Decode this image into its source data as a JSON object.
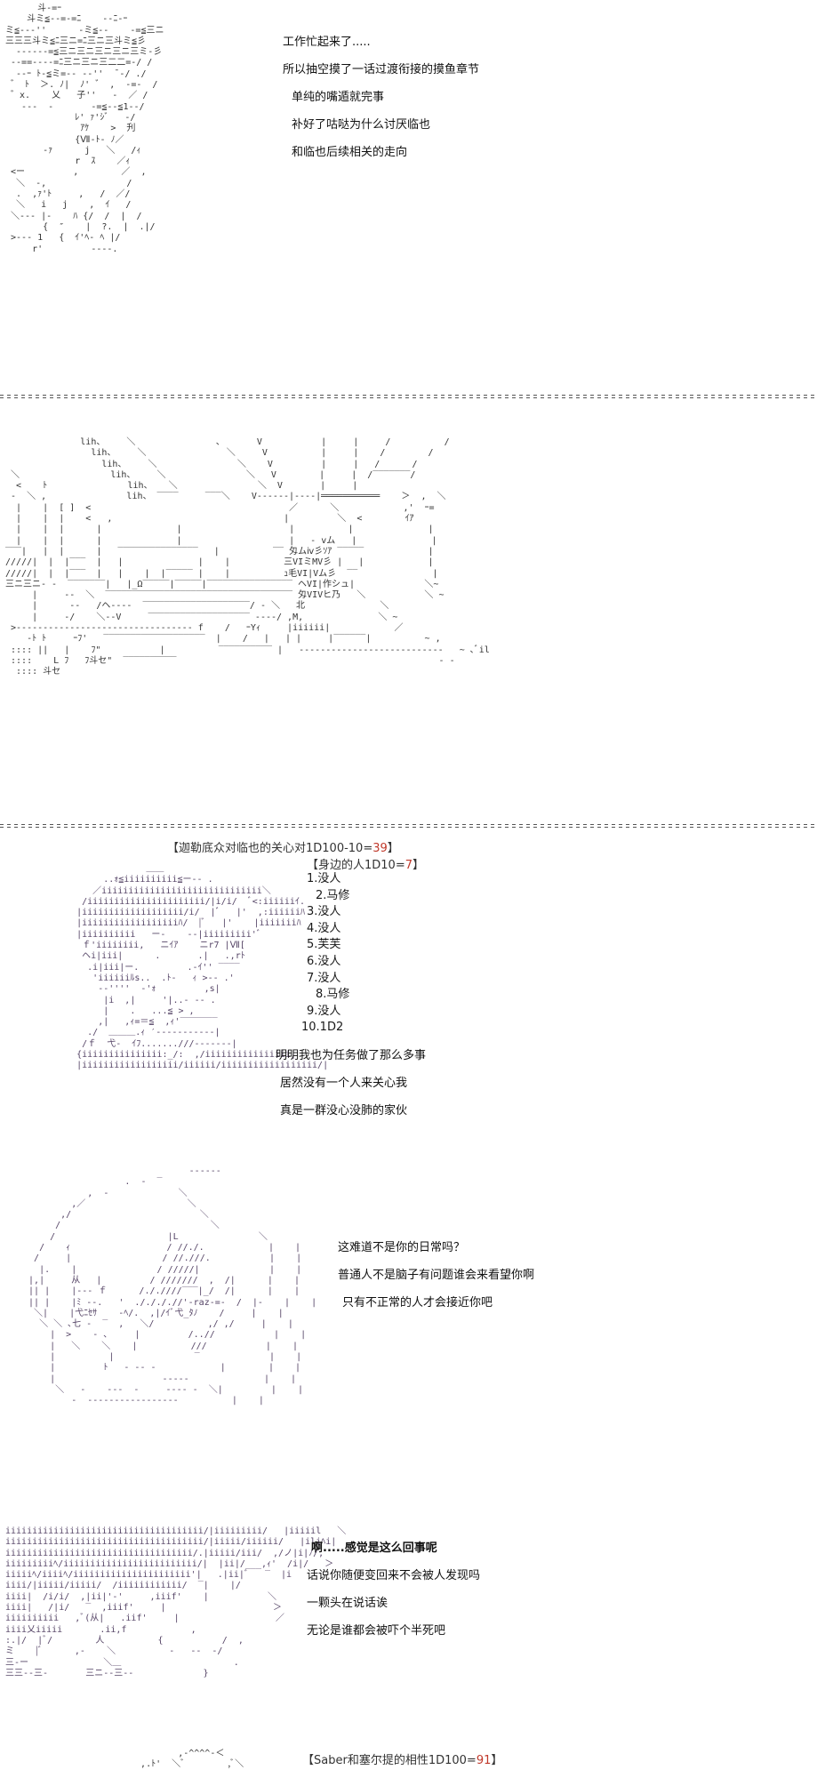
{
  "panel1": {
    "lines": [
      "工作忙起来了.....",
      "所以抽空摸了一话过渡衔接的摸鱼章节",
      "单纯的嘴遁就完事",
      "补好了咕哒为什么讨厌临也",
      "和临也后续相关的走向"
    ]
  },
  "roll1": {
    "prefix": "【迦勒底众对临也的关心对1D100-10=",
    "value": "39",
    "suffix": "】"
  },
  "roll2": {
    "title": "【身边的人1D10=",
    "value": "7",
    "suffix": "】",
    "items": [
      "1.没人",
      "2.马修",
      "3.没人",
      "4.没人",
      "5.芙芙",
      "6.没人",
      "7.没人",
      "8.马修",
      "9.没人",
      "10.1D2"
    ]
  },
  "panel3": {
    "lines": [
      "明明我也为任务做了那么多事",
      "居然没有一个人来关心我",
      "真是一群没心没肺的家伙"
    ]
  },
  "panel4": {
    "lines": [
      "这难道不是你的日常吗？",
      "普通人不是脑子有问题谁会来看望你啊",
      "只有不正常的人才会接近你吧"
    ]
  },
  "panel5": {
    "lines": [
      "啊.....感觉是这么回事呢",
      "话说你随便变回来不会被人发现吗",
      "一颗头在说话诶",
      "无论是谁都会被吓个半死吧"
    ]
  },
  "roll3": {
    "prefix": "【Saber和塞尔提的相性1D100=",
    "value": "91",
    "suffix": "】"
  },
  "colors": {
    "highlight": "#c0392b",
    "ascii_art": "#554466"
  }
}
